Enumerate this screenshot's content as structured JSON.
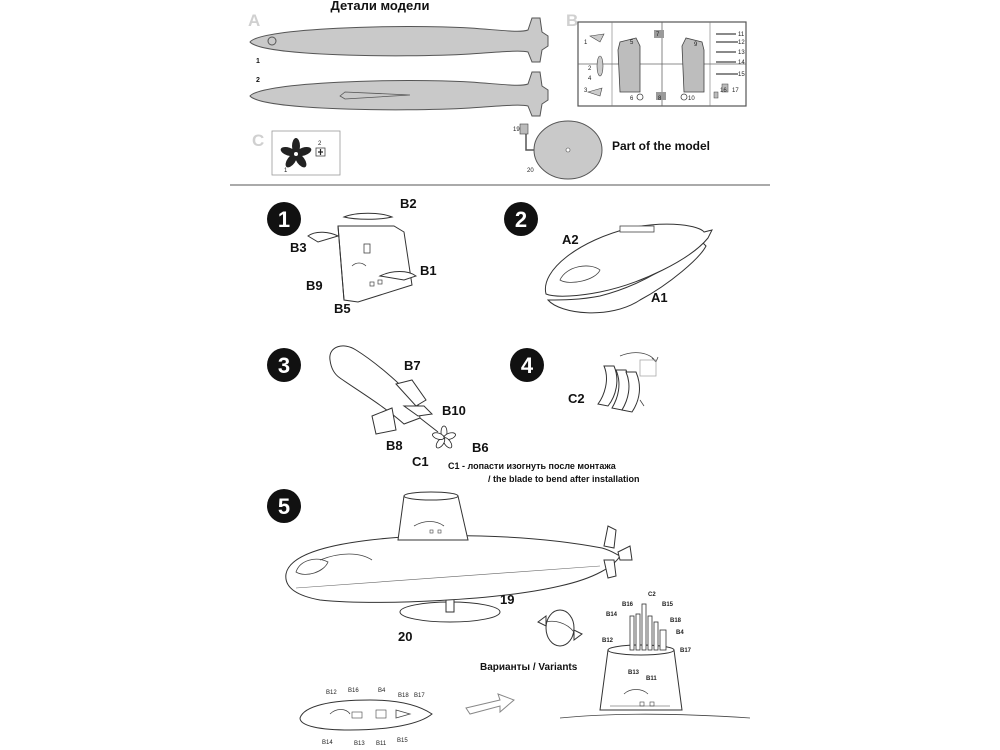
{
  "header": {
    "title": "Детали модели",
    "part_of_model": "Part of the model"
  },
  "sections": {
    "a": "A",
    "b": "B",
    "c": "C"
  },
  "sheet_a": {
    "part_1": "1",
    "part_2": "2"
  },
  "sheet_b": {
    "labels": [
      "1",
      "2",
      "3",
      "4",
      "5",
      "6",
      "7",
      "8",
      "9",
      "10",
      "11",
      "12",
      "13",
      "14",
      "15",
      "16",
      "17"
    ]
  },
  "sheet_c": {
    "part_1": "1",
    "part_2": "2"
  },
  "stand": {
    "part_19": "19",
    "part_20": "20"
  },
  "steps": {
    "s1": {
      "number": "1",
      "labels": {
        "b2": "B2",
        "b3": "B3",
        "b1": "B1",
        "b9": "B9",
        "b5": "B5"
      }
    },
    "s2": {
      "number": "2",
      "labels": {
        "a2": "A2",
        "a1": "A1"
      }
    },
    "s3": {
      "number": "3",
      "labels": {
        "b7": "B7",
        "b10": "B10",
        "b8": "B8",
        "b6": "B6",
        "c1": "C1"
      },
      "note_ru": "C1 - лопасти изогнуть после монтажа",
      "note_en": "/  the blade to bend after installation"
    },
    "s4": {
      "number": "4",
      "labels": {
        "c2": "C2"
      }
    },
    "s5": {
      "number": "5",
      "labels": {
        "p19": "19",
        "p20": "20"
      },
      "variants": "Варианты / Variants",
      "detail_labels": {
        "c2": "C2",
        "b16": "B16",
        "b15": "B15",
        "b14": "B14",
        "b18": "B18",
        "b4": "B4",
        "b12": "B12",
        "b17": "B17",
        "b13": "B13",
        "b11": "B11"
      },
      "side_labels": {
        "b12": "B12",
        "b16": "B16",
        "b4": "B4",
        "b18": "B18",
        "b17": "B17",
        "b14": "B14",
        "b13": "B13",
        "b11": "B11",
        "b15": "B15"
      }
    }
  },
  "colors": {
    "part_fill": "#c9c9c9",
    "step_circle": "#111111"
  }
}
